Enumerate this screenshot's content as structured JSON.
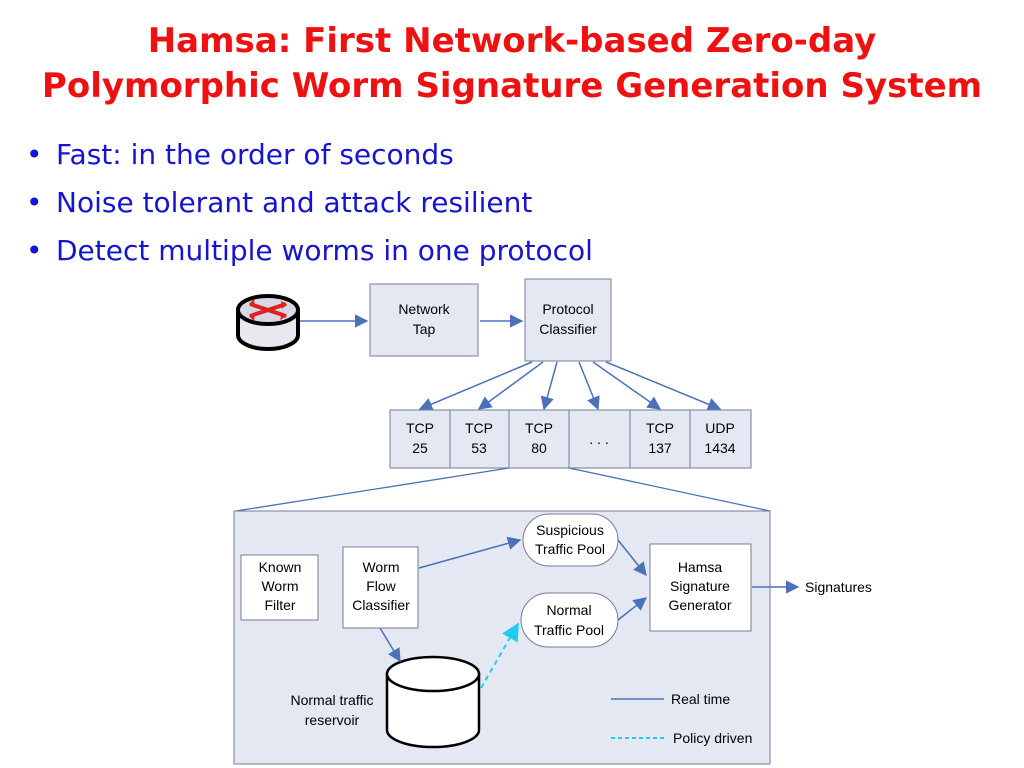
{
  "title": {
    "line1": "Hamsa: First Network-based Zero-day",
    "line2": "Polymorphic Worm Signature Generation System"
  },
  "bullets": [
    "Fast: in the order of seconds",
    "Noise tolerant and attack resilient",
    "Detect multiple worms in one protocol"
  ],
  "bullet_glyph": "•",
  "diagram": {
    "network_tap": [
      "Network",
      "Tap"
    ],
    "protocol_classifier": [
      "Protocol",
      "Classifier"
    ],
    "ports": [
      [
        "TCP",
        "25"
      ],
      [
        "TCP",
        "53"
      ],
      [
        "TCP",
        "80"
      ],
      [
        ". . .",
        ""
      ],
      [
        "TCP",
        "137"
      ],
      [
        "UDP",
        "1434"
      ]
    ],
    "known_worm_filter": [
      "Known",
      "Worm",
      "Filter"
    ],
    "worm_flow_classifier": [
      "Worm",
      "Flow",
      "Classifier"
    ],
    "suspicious_pool": [
      "Suspicious",
      "Traffic Pool"
    ],
    "normal_pool": [
      "Normal",
      "Traffic Pool"
    ],
    "signature_generator": [
      "Hamsa",
      "Signature",
      "Generator"
    ],
    "signatures": "Signatures",
    "reservoir": [
      "Normal traffic",
      "reservoir"
    ],
    "legend_real_time": "Real time",
    "legend_policy": "Policy driven"
  },
  "colors": {
    "title": "#ee1111",
    "bullet_text": "#1515d0",
    "box_fill": "#e3e8f2",
    "box_stroke": "#7a7a9a",
    "arrow": "#4a72b8",
    "policy_arrow": "#22ccee",
    "router_red": "#dd2222"
  },
  "icons": {
    "router": "router-icon"
  }
}
